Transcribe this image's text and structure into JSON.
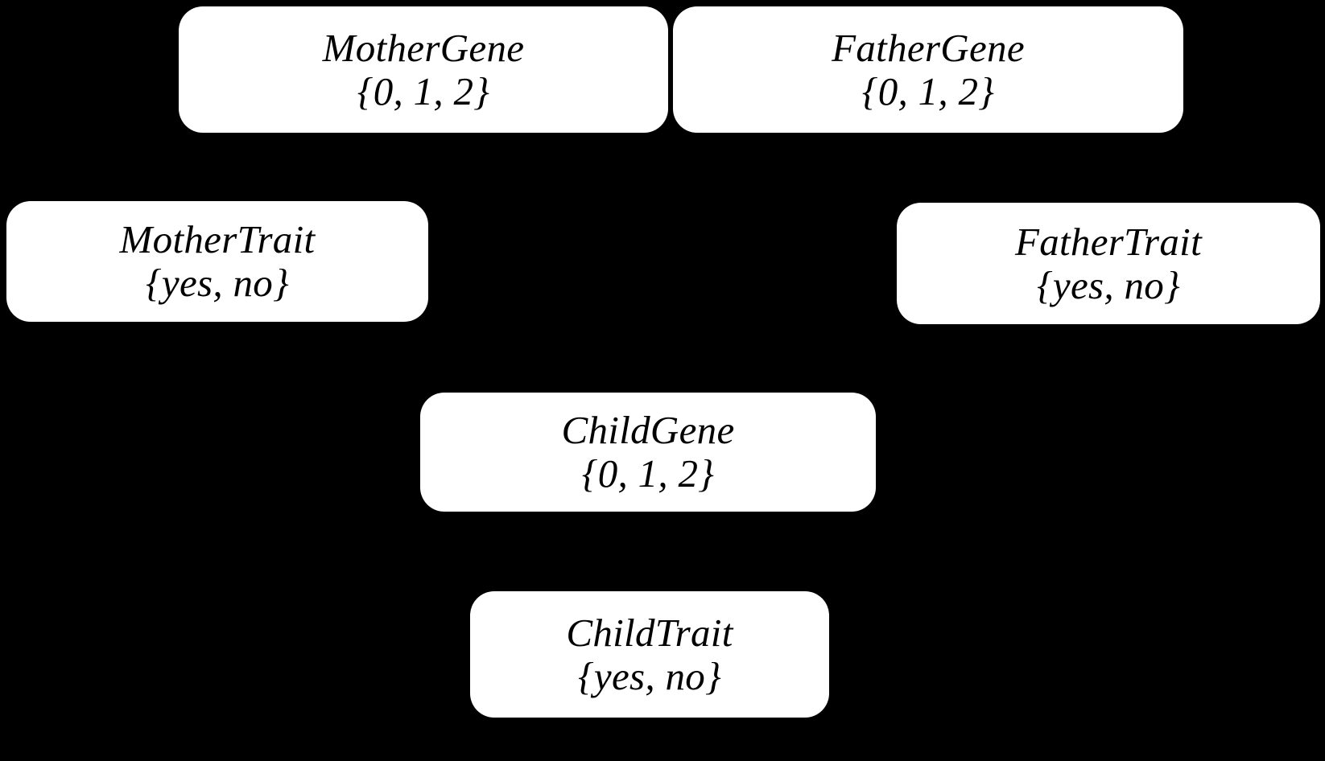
{
  "diagram": {
    "kind": "bayesian-network",
    "title": "",
    "background_color": "#000000",
    "node_fill_color": "#ffffff",
    "node_text_color": "#000000",
    "edge_color": "#000000",
    "nodes": [
      {
        "id": "mother-gene",
        "name": "MotherGene",
        "domain": "{0, 1, 2}",
        "values": [
          "0",
          "1",
          "2"
        ]
      },
      {
        "id": "father-gene",
        "name": "FatherGene",
        "domain": "{0, 1, 2}",
        "values": [
          "0",
          "1",
          "2"
        ]
      },
      {
        "id": "mother-trait",
        "name": "MotherTrait",
        "domain": "{yes, no}",
        "values": [
          "yes",
          "no"
        ]
      },
      {
        "id": "father-trait",
        "name": "FatherTrait",
        "domain": "{yes, no}",
        "values": [
          "yes",
          "no"
        ]
      },
      {
        "id": "child-gene",
        "name": "ChildGene",
        "domain": "{0, 1, 2}",
        "values": [
          "0",
          "1",
          "2"
        ]
      },
      {
        "id": "child-trait",
        "name": "ChildTrait",
        "domain": "{yes, no}",
        "values": [
          "yes",
          "no"
        ]
      }
    ],
    "edges": [
      {
        "from": "mother-gene",
        "to": "mother-trait"
      },
      {
        "from": "mother-gene",
        "to": "child-gene"
      },
      {
        "from": "father-gene",
        "to": "father-trait"
      },
      {
        "from": "father-gene",
        "to": "child-gene"
      },
      {
        "from": "child-gene",
        "to": "child-trait"
      }
    ]
  }
}
